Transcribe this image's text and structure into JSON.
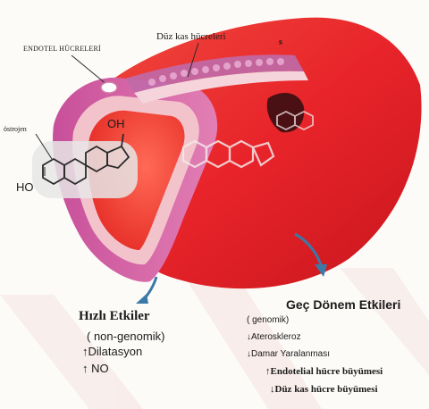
{
  "labels": {
    "endotel": "ENDOTEL HÜCRELERİ",
    "duz_kas": "Düz kas hücreleri",
    "s_mark": "s",
    "ostrojen": "östrojen",
    "oh": "OH",
    "ho": "HO"
  },
  "fast_effects": {
    "title": "Hızlı Etkiler",
    "items": [
      "( non-genomik)",
      "↑Dilatasyon",
      "↑ NO"
    ]
  },
  "late_effects": {
    "title": "Geç Dönem Etkileri",
    "items": [
      "( genomik)",
      "↓Ateroskleroz",
      "↓Damar Yaralanması",
      "↑Endotelial hücre büyümesi",
      "↓Düz kas hücre büyümesi"
    ]
  },
  "colors": {
    "vessel_red": "#e8242a",
    "vessel_pink": "#d96aa8",
    "wall_inner": "#f1b9c4",
    "arrow_blue": "#3a79a8"
  }
}
